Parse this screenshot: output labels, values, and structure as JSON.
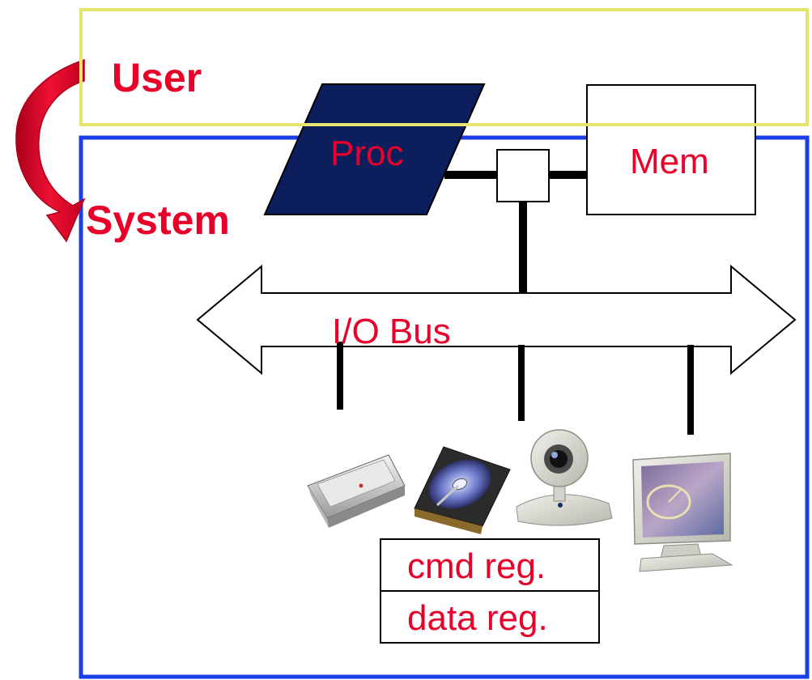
{
  "labels": {
    "user": "User",
    "system": "System",
    "proc": "Proc",
    "mem": "Mem",
    "io_bus": "I/O Bus",
    "cmd_reg": "cmd reg.",
    "data_reg": "data reg."
  },
  "colors": {
    "label_red": "#e8002a",
    "user_box": "#e6e66e",
    "system_box": "#1a3ee8",
    "proc_fill": "#0c1f5c",
    "arrow_red": "#dd0022",
    "wire": "#000000"
  },
  "devices": [
    {
      "icon": "scanner-icon"
    },
    {
      "icon": "hard-disk-icon"
    },
    {
      "icon": "webcam-icon"
    },
    {
      "icon": "monitor-icon"
    }
  ]
}
